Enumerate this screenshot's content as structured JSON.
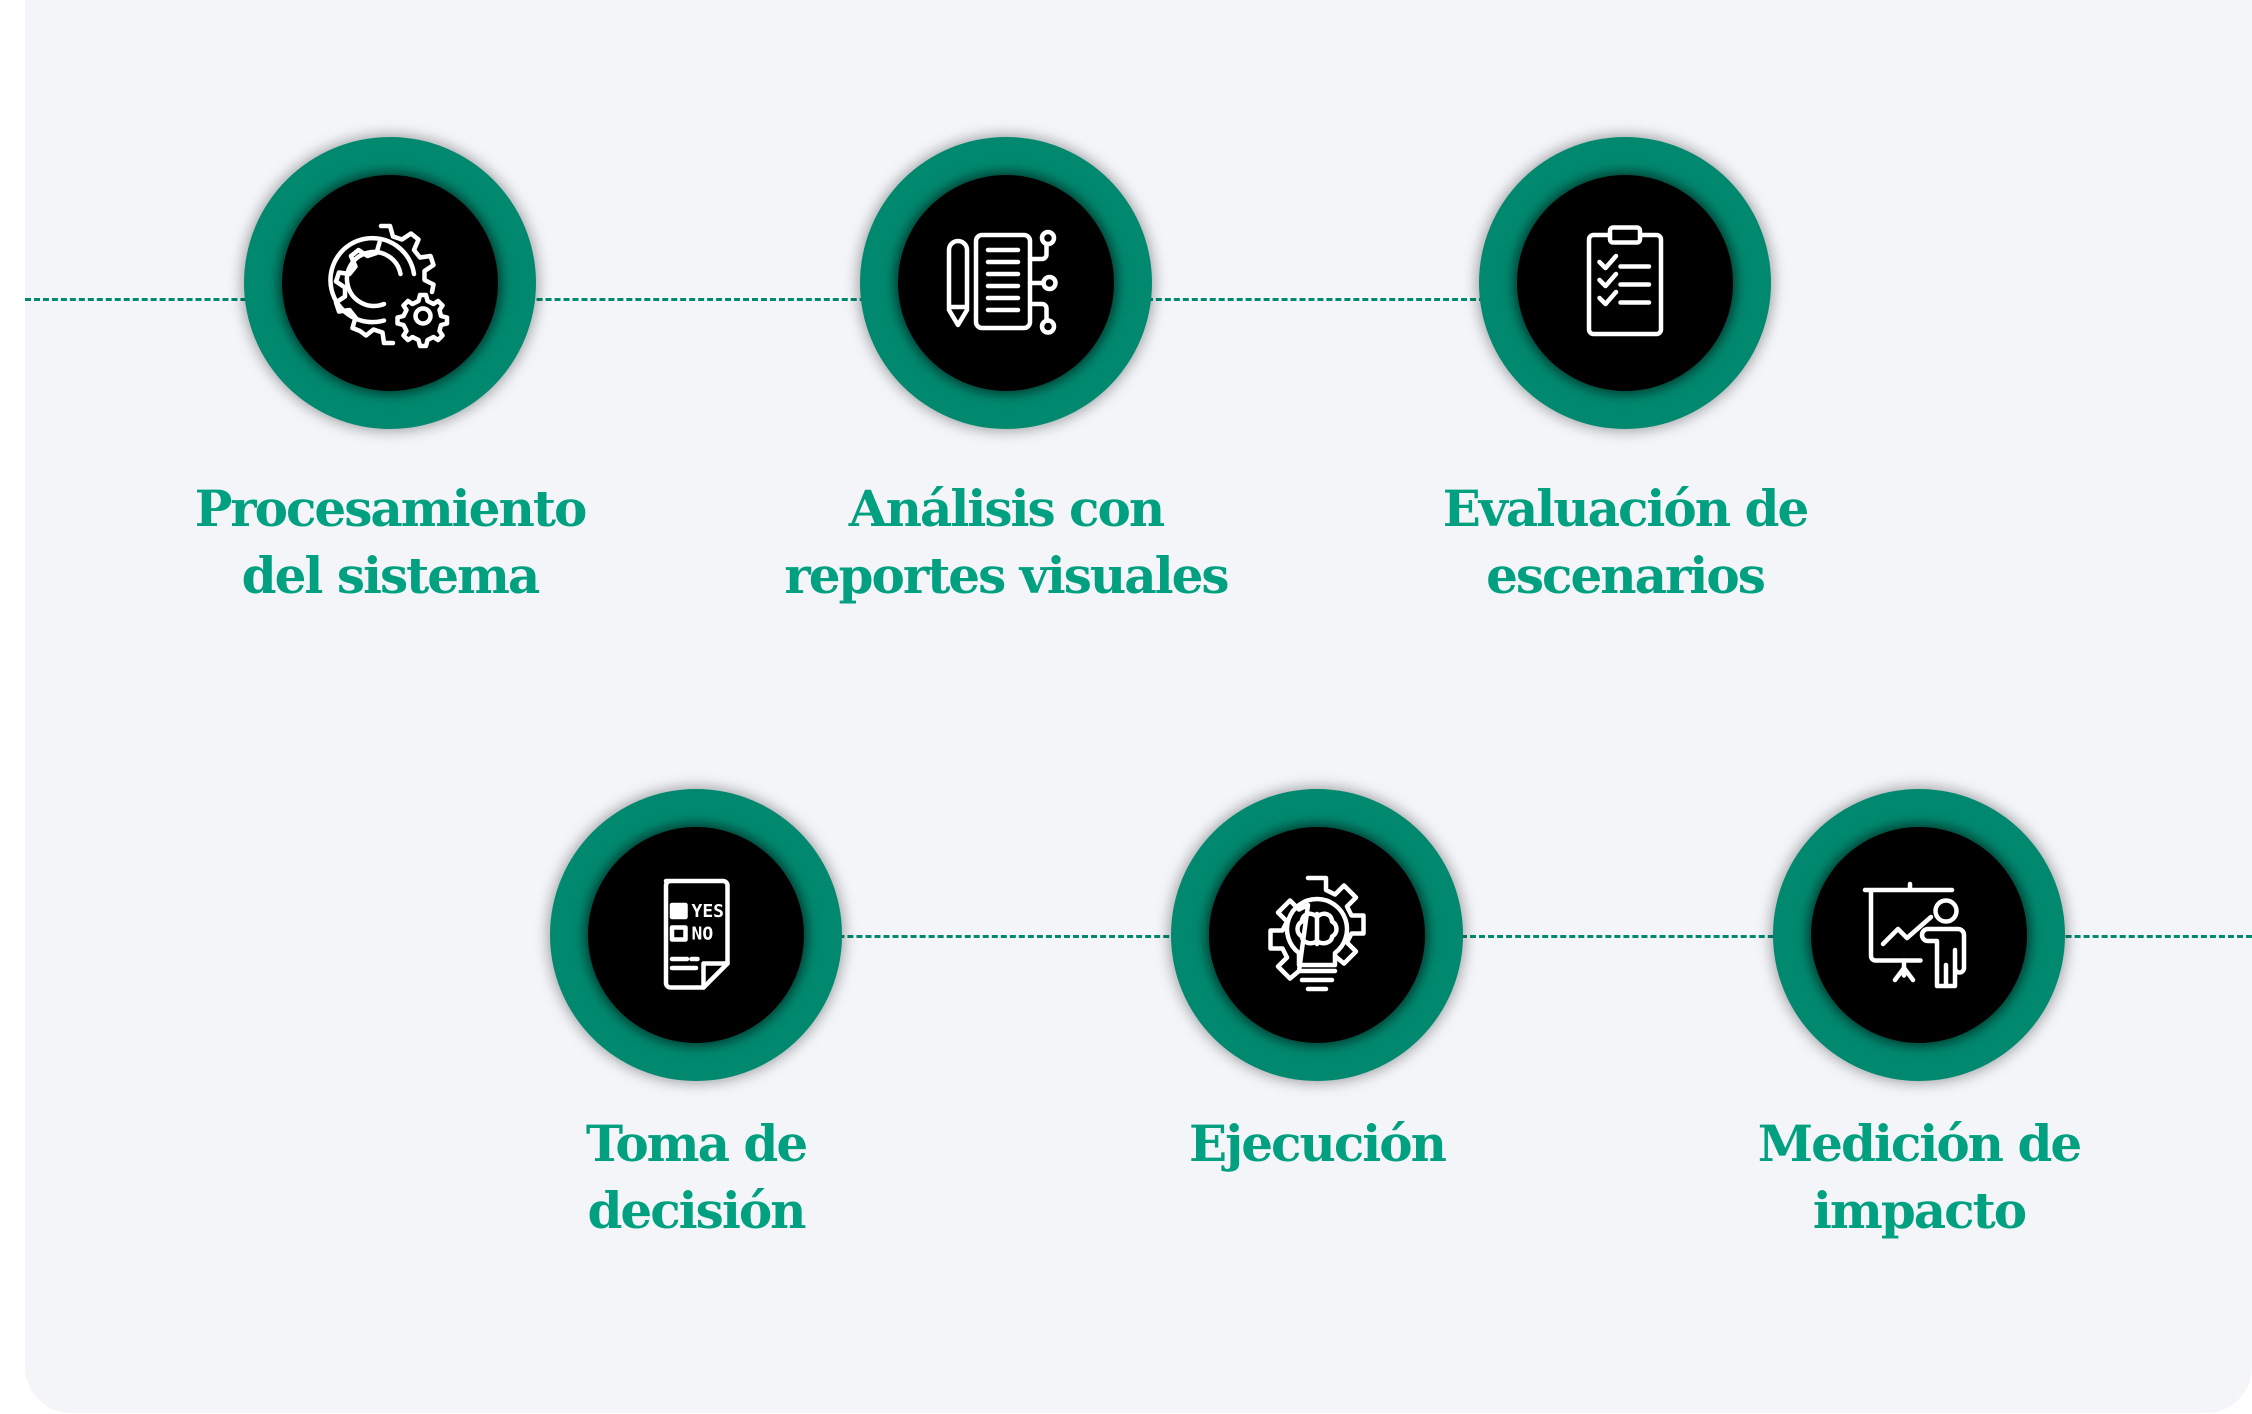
{
  "colors": {
    "accent": "#00896f",
    "label": "#00a080",
    "card_background": "#f3f5f9",
    "icon_background": "#000000",
    "icon_stroke": "#ffffff"
  },
  "steps": [
    {
      "id": 1,
      "icon": "gears-icon",
      "line1": "Procesamiento",
      "line2": "del sistema"
    },
    {
      "id": 2,
      "icon": "report-document-icon",
      "line1": "Análisis con",
      "line2": "reportes visuales"
    },
    {
      "id": 3,
      "icon": "clipboard-checklist-icon",
      "line1": "Evaluación de",
      "line2": "escenarios"
    },
    {
      "id": 4,
      "icon": "yes-no-form-icon",
      "line1": "Toma de",
      "line2": "decisión",
      "icon_text_yes": "YES",
      "icon_text_no": "NO"
    },
    {
      "id": 5,
      "icon": "gear-lightbulb-brain-icon",
      "line1": "Ejecución",
      "line2": ""
    },
    {
      "id": 6,
      "icon": "presentation-chart-icon",
      "line1": "Medición de",
      "line2": "impacto"
    }
  ]
}
